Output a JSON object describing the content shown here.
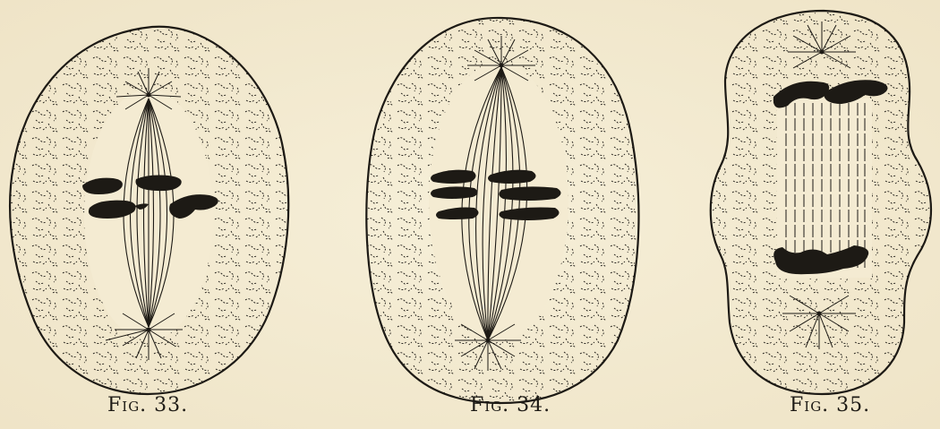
{
  "figures": [
    {
      "caption": "Fig. 33."
    },
    {
      "caption": "Fig. 34."
    },
    {
      "caption": "Fig. 35."
    }
  ],
  "colors": {
    "paper": "#f4ebd2",
    "ink": "#1d1a15"
  }
}
